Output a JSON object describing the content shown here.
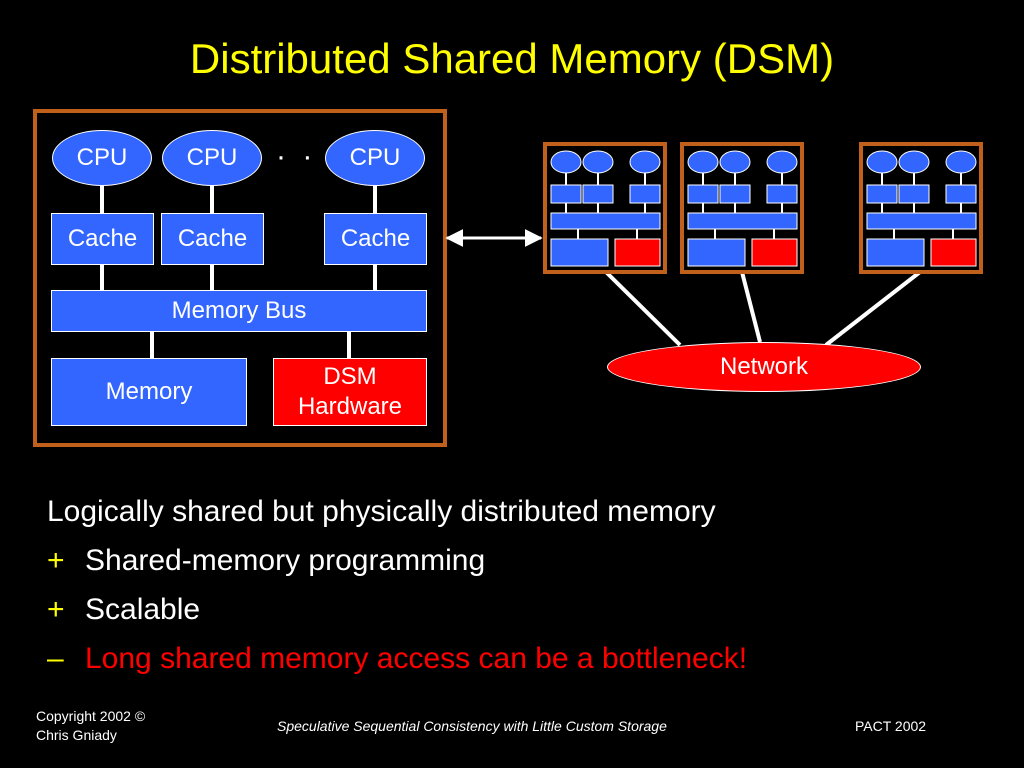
{
  "title": "Distributed Shared Memory (DSM)",
  "node": {
    "cpus": [
      "CPU",
      "CPU",
      "CPU"
    ],
    "ellipsis": "· · ·",
    "caches": [
      "Cache",
      "Cache",
      "Cache"
    ],
    "memory_bus": "Memory Bus",
    "memory": "Memory",
    "dsm_hw_line1": "DSM",
    "dsm_hw_line2": "Hardware"
  },
  "network": {
    "label": "Network",
    "node_count": 3
  },
  "bullets": [
    {
      "marker": "",
      "text": "Logically shared but physically distributed memory",
      "kind": "plain"
    },
    {
      "marker": "+",
      "text": "Shared-memory programming",
      "kind": "pro"
    },
    {
      "marker": "+",
      "text": "Scalable",
      "kind": "pro"
    },
    {
      "marker": "–",
      "text": "Long shared memory access can be a bottleneck!",
      "kind": "con"
    }
  ],
  "footer": {
    "copyright_line1": "Copyright 2002 ©",
    "copyright_line2": "Chris Gniady",
    "center": "Speculative Sequential Consistency with Little Custom Storage",
    "right": "PACT 2002"
  },
  "colors": {
    "background": "#000000",
    "title": "#FFFF00",
    "component_blue": "#3366FF",
    "dsm_red": "#FF0000",
    "node_border": "#C0601A",
    "line": "#FFFFFF",
    "con_text": "#FF0000"
  }
}
